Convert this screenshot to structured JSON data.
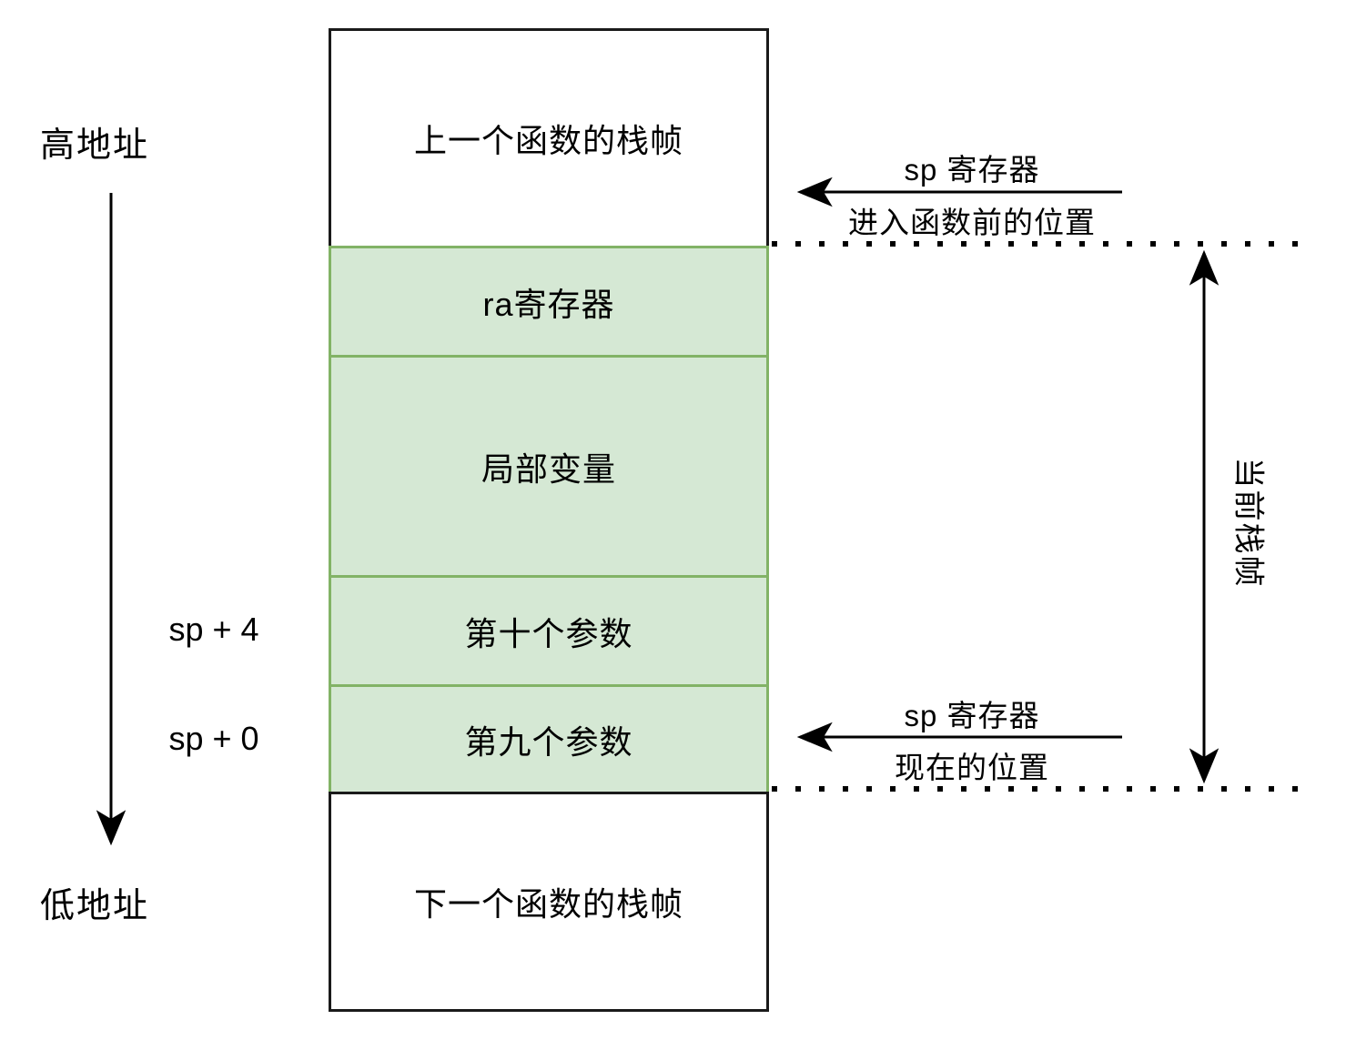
{
  "diagram": {
    "left_axis": {
      "high_label": "高地址",
      "low_label": "低地址"
    },
    "stack": {
      "frames": [
        {
          "label": "上一个函数的栈帧",
          "type": "white",
          "offset": ""
        },
        {
          "label": "ra寄存器",
          "type": "green",
          "offset": ""
        },
        {
          "label": "局部变量",
          "type": "green",
          "offset": ""
        },
        {
          "label": "第十个参数",
          "type": "green",
          "offset": "sp + 4"
        },
        {
          "label": "第九个参数",
          "type": "green",
          "offset": "sp + 0"
        },
        {
          "label": "下一个函数的栈帧",
          "type": "white",
          "offset": ""
        }
      ]
    },
    "sp_before": {
      "line1": "sp 寄存器",
      "line2": "进入函数前的位置"
    },
    "sp_now": {
      "line1": "sp 寄存器",
      "line2": "现在的位置"
    },
    "current_frame_label": "当前栈帧",
    "colors": {
      "green_fill": "#d5e8d4",
      "green_stroke": "#82b366",
      "line_black": "#000000"
    }
  }
}
